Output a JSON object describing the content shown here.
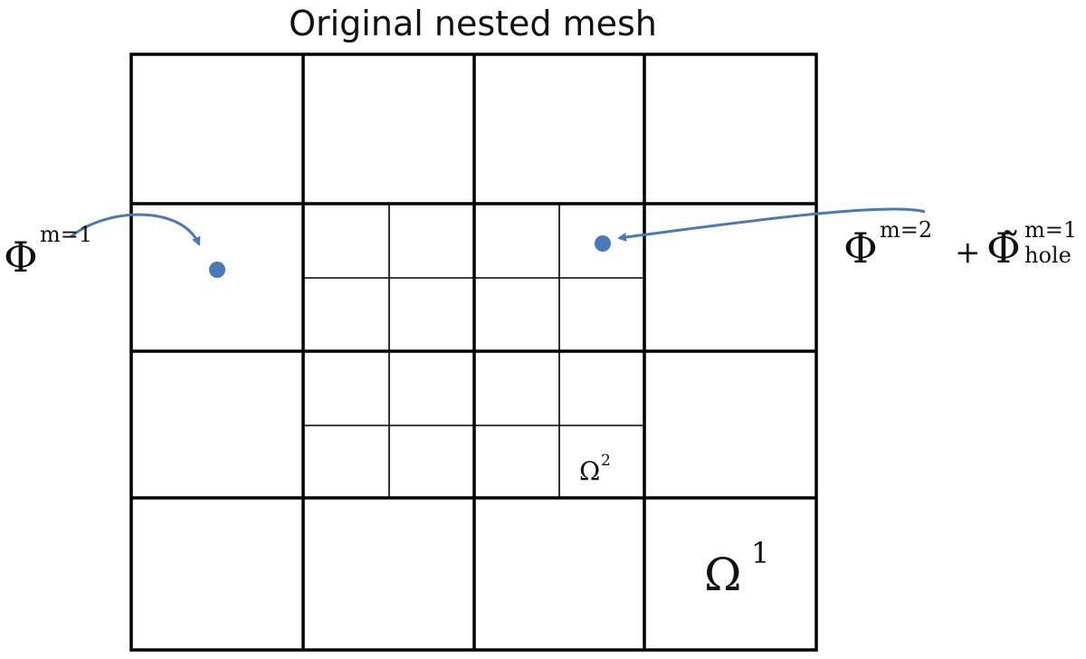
{
  "title": "Original nested mesh",
  "labels": {
    "phi_coarse": {
      "base": "Φ",
      "sup": "m=1"
    },
    "phi_fine": {
      "base": "Φ",
      "sup": "m=2",
      "plus": "+",
      "tilde_base": "Φ̃",
      "tilde_sup": "m=1",
      "tilde_sub": "hole"
    },
    "omega_fine": {
      "base": "Ω",
      "sup": "2"
    },
    "omega_coarse": {
      "base": "Ω",
      "sup": "1"
    }
  },
  "mesh": {
    "coarse_cells": [
      4,
      4
    ],
    "fine_cells": [
      4,
      4
    ]
  },
  "colors": {
    "grid": "#000000",
    "arrow": "#4a78b8",
    "point": "#4a78b8"
  }
}
